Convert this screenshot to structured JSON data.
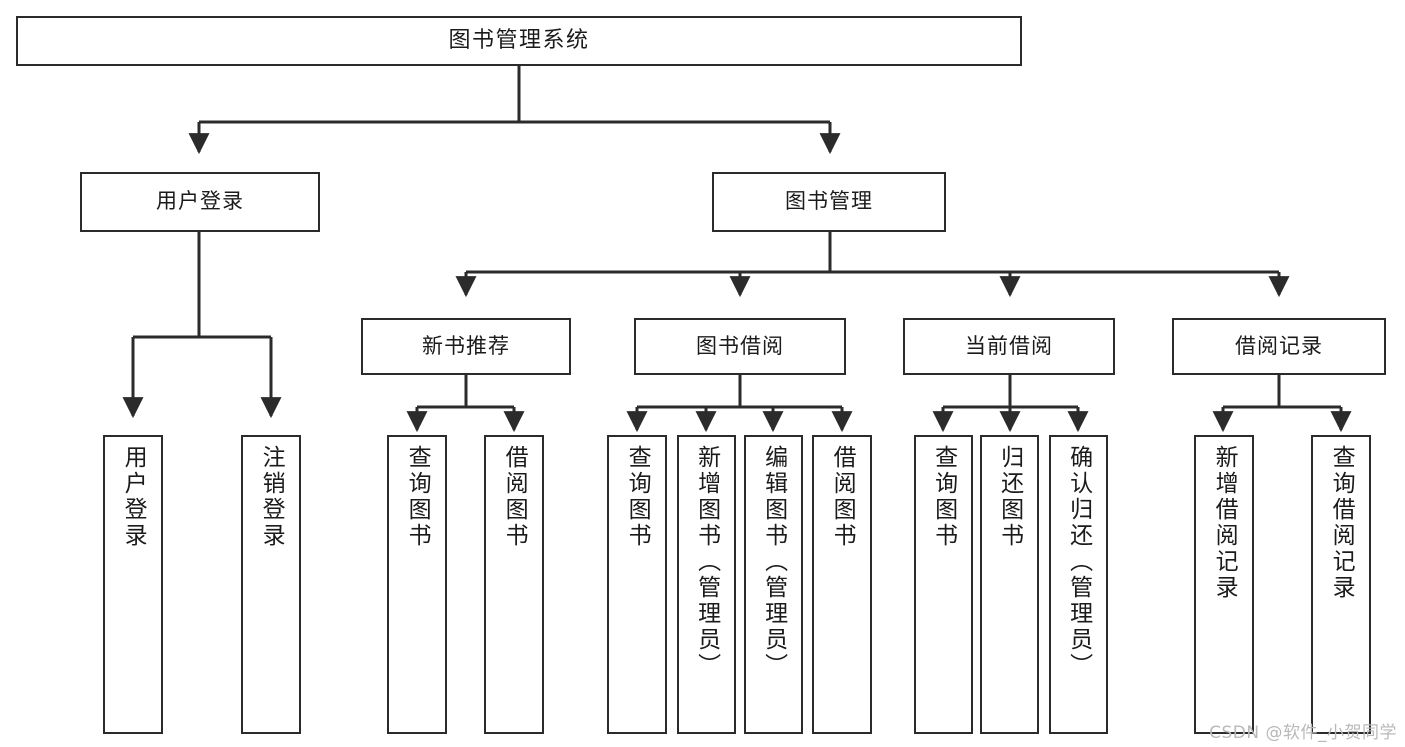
{
  "diagram": {
    "title": "图书管理系统",
    "watermark": "CSDN @软件_小贺同学",
    "colors": {
      "stroke": "#2b2b2b",
      "fill": "#ffffff",
      "text": "#1b1b1b",
      "watermark": "#b9b9b9"
    },
    "nodes": {
      "root": {
        "label": "图书管理系统"
      },
      "level1": [
        {
          "id": "user-login",
          "label": "用户登录"
        },
        {
          "id": "book-manage",
          "label": "图书管理"
        }
      ],
      "level2": [
        {
          "id": "new-book-recommend",
          "label": "新书推荐"
        },
        {
          "id": "book-borrow",
          "label": "图书借阅"
        },
        {
          "id": "current-borrow",
          "label": "当前借阅"
        },
        {
          "id": "borrow-record",
          "label": "借阅记录"
        }
      ],
      "leaves": {
        "user_login": [
          {
            "id": "leaf-user-login",
            "label": "用户登录"
          },
          {
            "id": "leaf-logout-login",
            "label": "注销登录"
          }
        ],
        "new_book_recommend": [
          {
            "id": "leaf-query-book-1",
            "label": "查询图书"
          },
          {
            "id": "leaf-borrow-book-1",
            "label": "借阅图书"
          }
        ],
        "book_borrow": [
          {
            "id": "leaf-query-book-2",
            "label": "查询图书"
          },
          {
            "id": "leaf-add-book",
            "label": "新增图书（管理员）"
          },
          {
            "id": "leaf-edit-book",
            "label": "编辑图书（管理员）"
          },
          {
            "id": "leaf-borrow-book-2",
            "label": "借阅图书"
          }
        ],
        "current_borrow": [
          {
            "id": "leaf-query-book-3",
            "label": "查询图书"
          },
          {
            "id": "leaf-return-book",
            "label": "归还图书"
          },
          {
            "id": "leaf-confirm-return",
            "label": "确认归还（管理员）"
          }
        ],
        "borrow_record": [
          {
            "id": "leaf-add-record",
            "label": "新增借阅记录"
          },
          {
            "id": "leaf-query-record",
            "label": "查询借阅记录"
          }
        ]
      }
    }
  }
}
